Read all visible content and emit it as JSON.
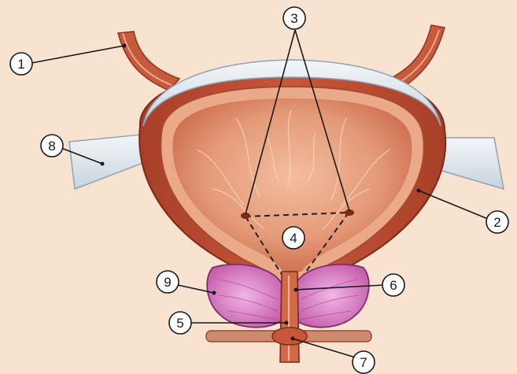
{
  "callouts": [
    {
      "id": 1,
      "label": "1"
    },
    {
      "id": 2,
      "label": "2"
    },
    {
      "id": 3,
      "label": "3"
    },
    {
      "id": 4,
      "label": "4"
    },
    {
      "id": 5,
      "label": "5"
    },
    {
      "id": 6,
      "label": "6"
    },
    {
      "id": 7,
      "label": "7"
    },
    {
      "id": 8,
      "label": "8"
    },
    {
      "id": 9,
      "label": "9"
    }
  ],
  "colors": {
    "background": "#f8e2d0",
    "muscle": "#b84a30",
    "mucosa": "#e7a585",
    "peritoneum": "#dfe7ee",
    "prostate": "#d979c2"
  }
}
